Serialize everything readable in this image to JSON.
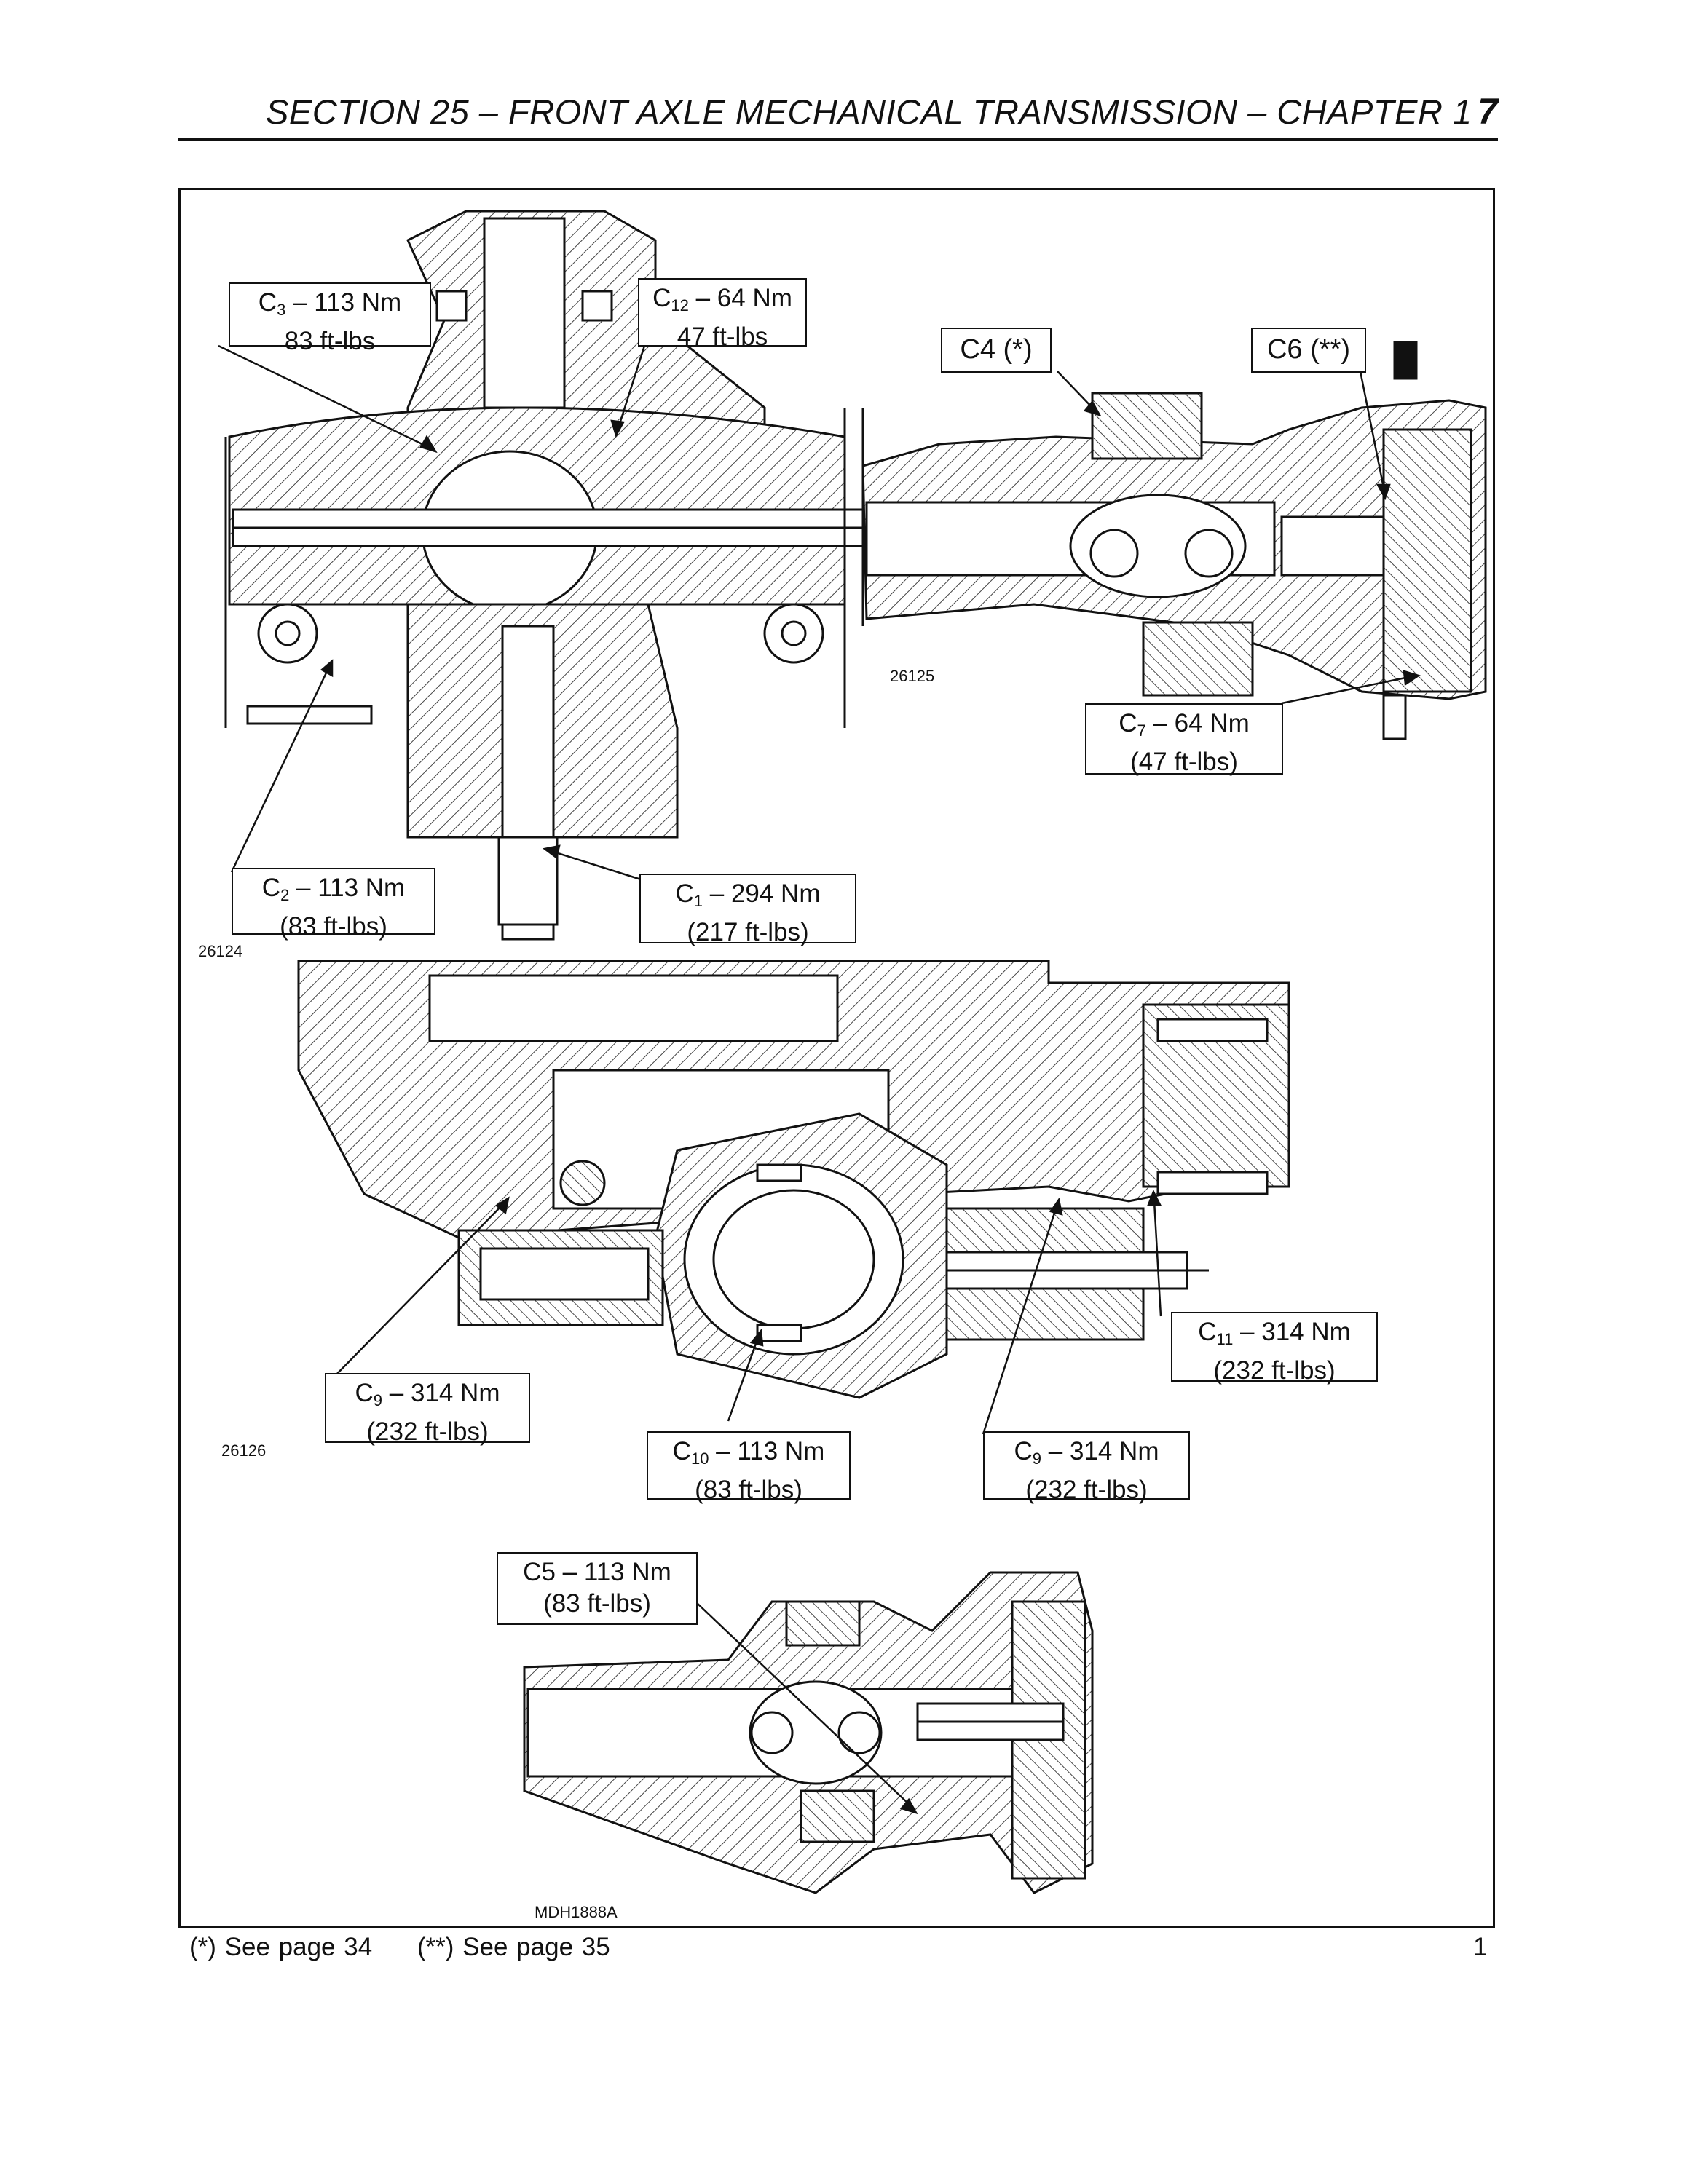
{
  "header": {
    "title": "SECTION 25 – FRONT AXLE MECHANICAL TRANSMISSION – CHAPTER 1",
    "page_number": "7"
  },
  "callouts": {
    "c3": {
      "code": "C",
      "sub": "3",
      "torque": "113 Nm",
      "imperial": "83 ft-lbs"
    },
    "c12": {
      "code": "C",
      "sub": "12",
      "torque": "64 Nm",
      "imperial": "47 ft-lbs"
    },
    "c4": {
      "code": "C4",
      "note": "(*)"
    },
    "c6": {
      "code": "C6",
      "note": "(**)"
    },
    "c7": {
      "code": "C",
      "sub": "7",
      "torque": "64 Nm",
      "imperial": "(47 ft-lbs)"
    },
    "c2": {
      "code": "C",
      "sub": "2",
      "torque": "113 Nm",
      "imperial": "(83 ft-lbs)"
    },
    "c1": {
      "code": "C",
      "sub": "1",
      "torque": "294 Nm",
      "imperial": "(217 ft-lbs)"
    },
    "c9a": {
      "code": "C",
      "sub": "9",
      "torque": "314 Nm",
      "imperial": "(232 ft-lbs)"
    },
    "c11": {
      "code": "C",
      "sub": "11",
      "torque": "314 Nm",
      "imperial": "(232 ft-lbs)"
    },
    "c10": {
      "code": "C",
      "sub": "10",
      "torque": "113 Nm",
      "imperial": "(83 ft-lbs)"
    },
    "c9b": {
      "code": "C",
      "sub": "9",
      "torque": "314 Nm",
      "imperial": "(232 ft-lbs)"
    },
    "c5": {
      "code": "C5",
      "torque": "113 Nm",
      "imperial": "(83 ft-lbs)"
    }
  },
  "figure_numbers": {
    "fig_26125": "26125",
    "fig_26124": "26124",
    "fig_26126": "26126",
    "fig_mdh": "MDH1888A"
  },
  "footer": {
    "note1": "(*) See page 34",
    "note2": "(**) See page 35",
    "figure_ref": "1"
  },
  "colors": {
    "ink": "#111111",
    "hatch": "#444444",
    "paper": "#ffffff"
  }
}
